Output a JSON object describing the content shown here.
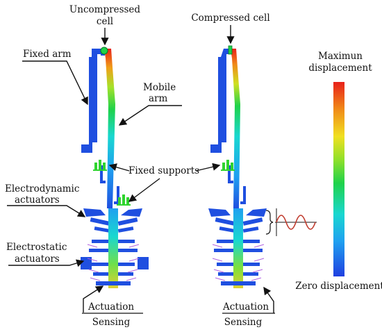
{
  "labels": {
    "uncompressed_cell": [
      "Uncompressed",
      "cell"
    ],
    "compressed_cell": "Compressed cell",
    "fixed_arm": "Fixed arm",
    "mobile_arm": [
      "Mobile",
      "arm"
    ],
    "fixed_supports": "Fixed supports",
    "electrodynamic_actuators": [
      "Electrodynamic",
      "actuators"
    ],
    "electrostatic_actuators": [
      "Electrostatic",
      "actuators"
    ],
    "actuation_left": "Actuation",
    "sensing_left": "Sensing",
    "actuation_right": "Actuation",
    "sensing_right": "Sensing"
  },
  "colorbar": {
    "max_label": [
      "Maximun",
      "displacement"
    ],
    "min_label": "Zero displacement",
    "stops": [
      "#1f3fe0",
      "#1fa0f0",
      "#19d7d0",
      "#1fd24a",
      "#8fe02a",
      "#f0e020",
      "#f08a18",
      "#e8201a"
    ]
  },
  "colors": {
    "device_blue": "#1f4fe0",
    "support_green": "#2fd42f",
    "cell_green": "#1fd24a",
    "signal_red": "#c0392b"
  }
}
